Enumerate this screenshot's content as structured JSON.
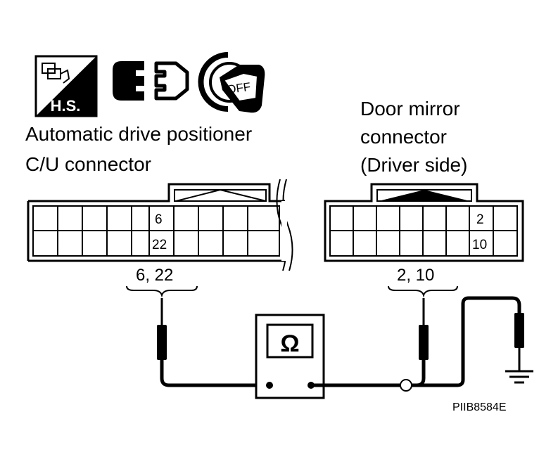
{
  "icons": [
    {
      "name": "hs-harness-icon",
      "text": "H.S."
    },
    {
      "name": "disconnect-connector-icon"
    },
    {
      "name": "ignition-off-icon",
      "text": "OFF"
    }
  ],
  "left_connector": {
    "title_line1": "Automatic drive positioner",
    "title_line2": "C/U connector",
    "pin_top": "6",
    "pin_bottom": "22",
    "probe_label": "6, 22"
  },
  "right_connector": {
    "title_line1": "Door mirror",
    "title_line2": "connector",
    "title_line3": "(Driver side)",
    "pin_top": "2",
    "pin_bottom": "10",
    "probe_label": "2, 10"
  },
  "meter": {
    "symbol": "Ω"
  },
  "figure_code": "PIIB8584E"
}
